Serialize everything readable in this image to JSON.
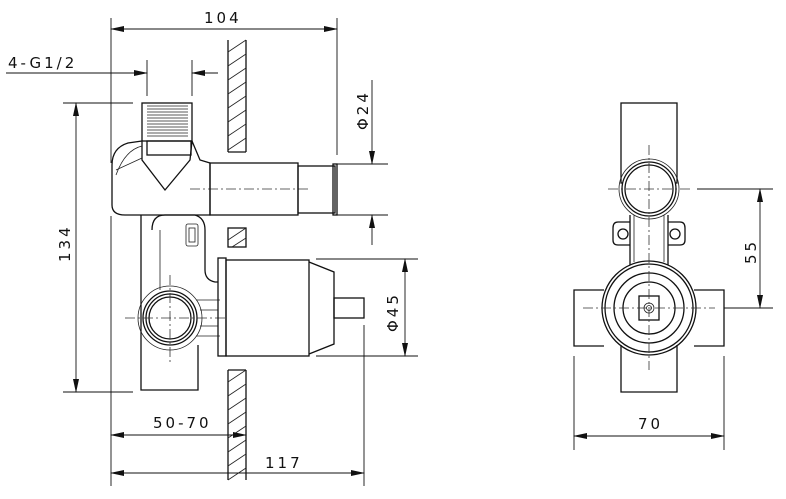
{
  "drawing": {
    "type": "technical-drawing",
    "subject": "concealed shower valve body",
    "views": [
      "side-view",
      "front-view"
    ],
    "line_color": "#111111",
    "background": "#ffffff"
  },
  "dimensions": {
    "overall_depth": "104",
    "thread": "4-G1/2",
    "outlet_diameter": "Φ24",
    "height": "134",
    "cartridge_diameter": "Φ45",
    "wall_depth_range": "50-70",
    "total_depth": "117",
    "center_distance": "55",
    "width": "70"
  }
}
